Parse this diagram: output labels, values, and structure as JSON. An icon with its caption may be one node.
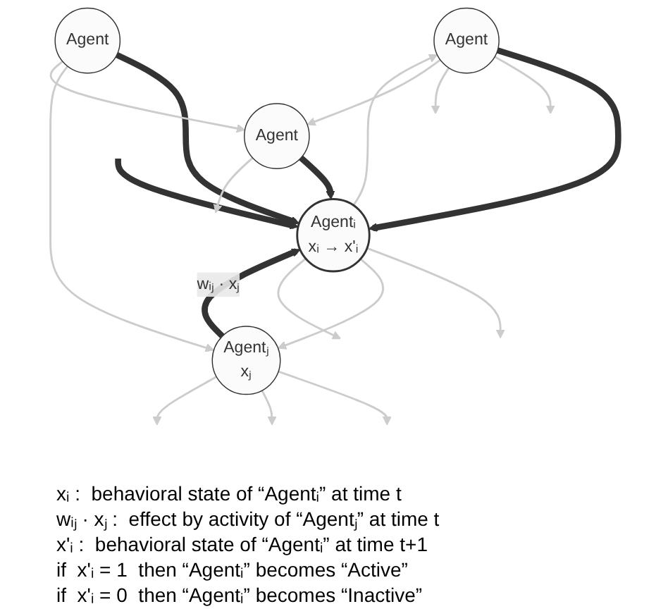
{
  "diagram": {
    "nodes": [
      {
        "text": [
          "Agent"
        ]
      },
      {
        "text": [
          "Agentⱼ",
          "xⱼ"
        ]
      },
      {
        "text": [
          "Agentᵢ",
          "xᵢ → x'ᵢ"
        ]
      },
      {
        "text": [
          "Agent"
        ]
      },
      {
        "text": [
          "Agent"
        ]
      }
    ],
    "edges": [
      {
        "from": 0,
        "to": 2,
        "arrow": "to",
        "style": "thick",
        "color": "#333333"
      },
      {
        "from": 1,
        "to": 2,
        "arrow": "to",
        "label": "wᵢⱼ · xⱼ",
        "style": "thick",
        "color": "#333333"
      },
      {
        "from": 3,
        "to": 2,
        "arrow": "to",
        "style": "thick",
        "color": "#333333"
      },
      {
        "from": 4,
        "to": 2,
        "arrow": "to",
        "style": "thick",
        "color": "#333333"
      },
      {
        "from": null,
        "to": 2,
        "arrow": "to",
        "style": "thick",
        "color": "#333333"
      },
      {
        "from": 2,
        "to": 0,
        "arrow": "to"
      },
      {
        "from": 0,
        "to": null,
        "arrow": "to"
      },
      {
        "from": 0,
        "to": null,
        "arrow": "to"
      },
      {
        "from": 0,
        "to": 3,
        "arrow": "to"
      },
      {
        "from": 2,
        "to": null,
        "arrow": "to"
      },
      {
        "from": 2,
        "to": 1,
        "arrow": "to"
      },
      {
        "from": 1,
        "to": null,
        "arrow": "to"
      },
      {
        "from": 1,
        "to": null,
        "arrow": "to"
      },
      {
        "from": 1,
        "to": null,
        "arrow": "to"
      },
      {
        "from": 4,
        "to": 1,
        "arrow": "to"
      },
      {
        "from": 2,
        "to": null,
        "arrow": "to"
      },
      {
        "from": 4,
        "to": 3,
        "arrow": "to"
      },
      {
        "from": 3,
        "to": null,
        "arrow": "to"
      }
    ],
    "labels": [
      "xᵢ :  behavioral state of “Agentᵢ” at time t",
      "wᵢⱼ · xⱼ :  effect by activity of “Agentⱼ” at time t",
      "x'ᵢ :  behavioral state of “Agentᵢ” at time t+1",
      "if  x'ᵢ = 1  then “Agentᵢ” becomes “Active”",
      "if  x'ᵢ = 0  then “Agentᵢ” becomes “Inactive”"
    ]
  }
}
